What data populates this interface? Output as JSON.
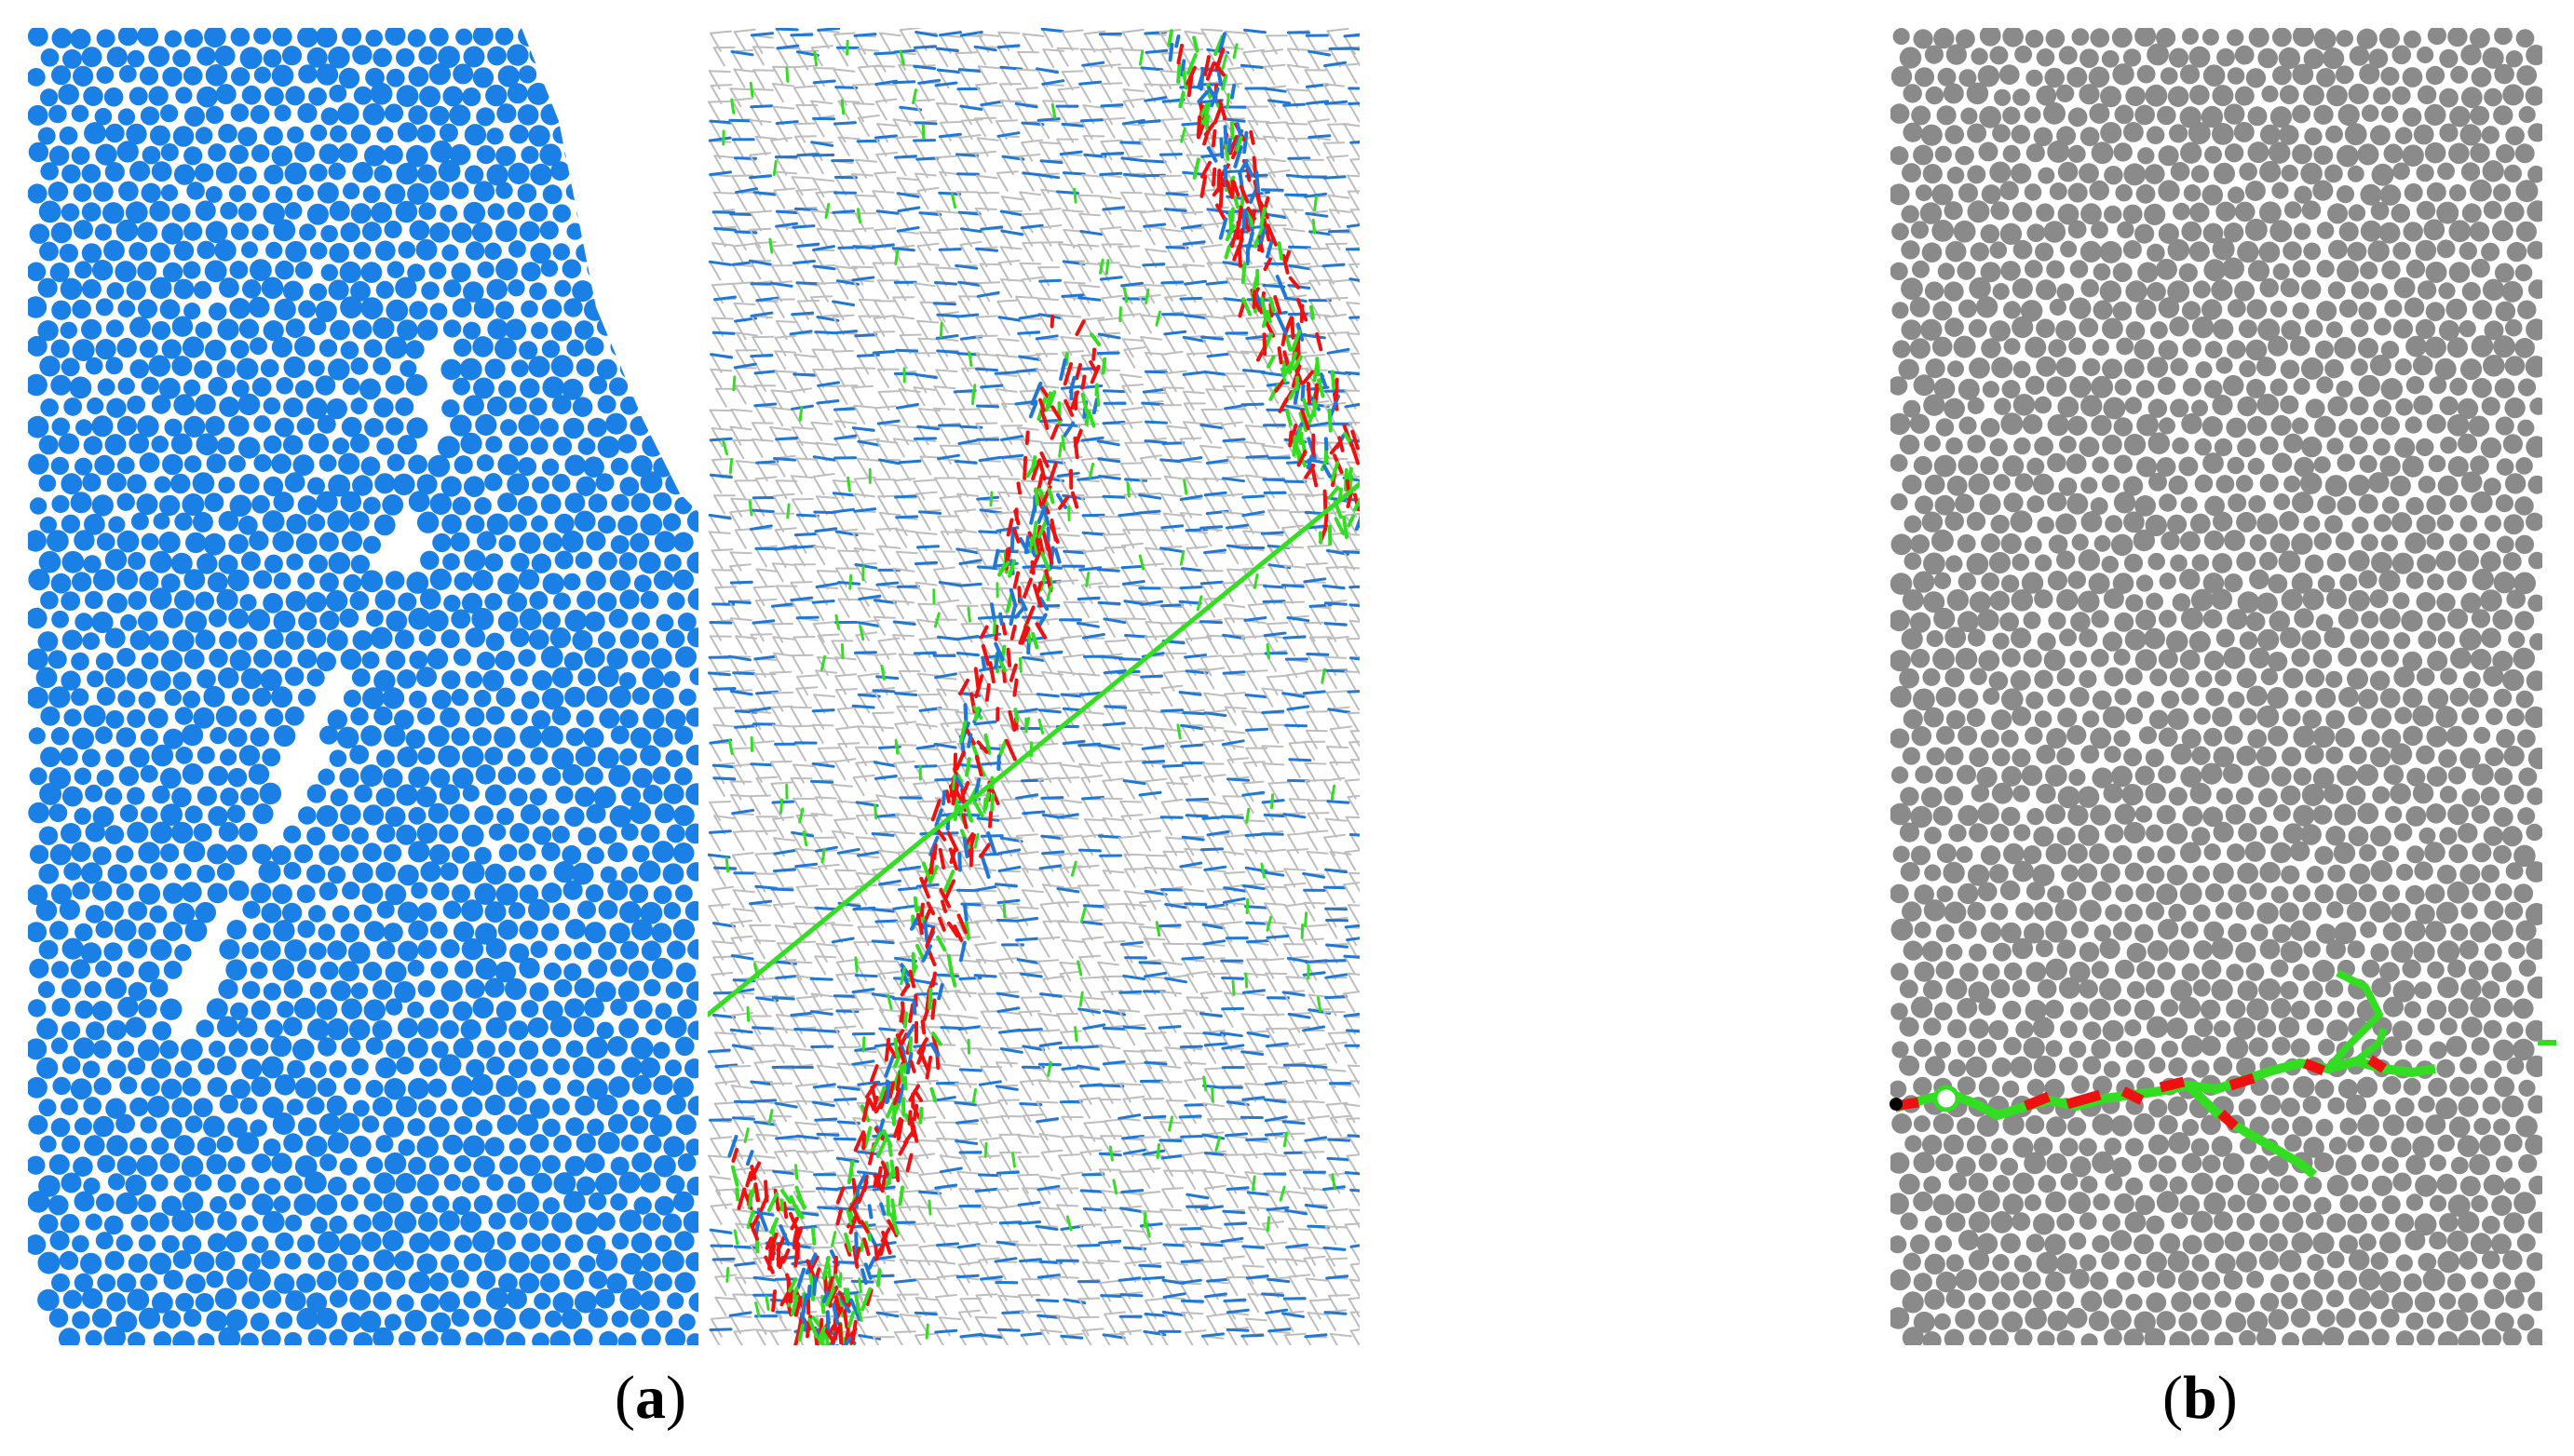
{
  "figure": {
    "panels": [
      {
        "label": "a",
        "components": [
          "particle-assembly",
          "contact-force-network"
        ]
      },
      {
        "label": "b",
        "components": [
          "particle-assembly-with-crack"
        ]
      }
    ],
    "colors": {
      "particles_blue": "#1a80e6",
      "particles_gray": "#8a8a8a",
      "network_gray": "#bdbdbd",
      "network_blue": "#1f78d8",
      "crack_red": "#ee1111",
      "crack_green": "#33dd22",
      "black_marker": "#000000"
    }
  },
  "captions": {
    "a_open": "(",
    "a_letter": "a",
    "a_close": ")",
    "b_open": "(",
    "b_letter": "b",
    "b_close": ")"
  }
}
